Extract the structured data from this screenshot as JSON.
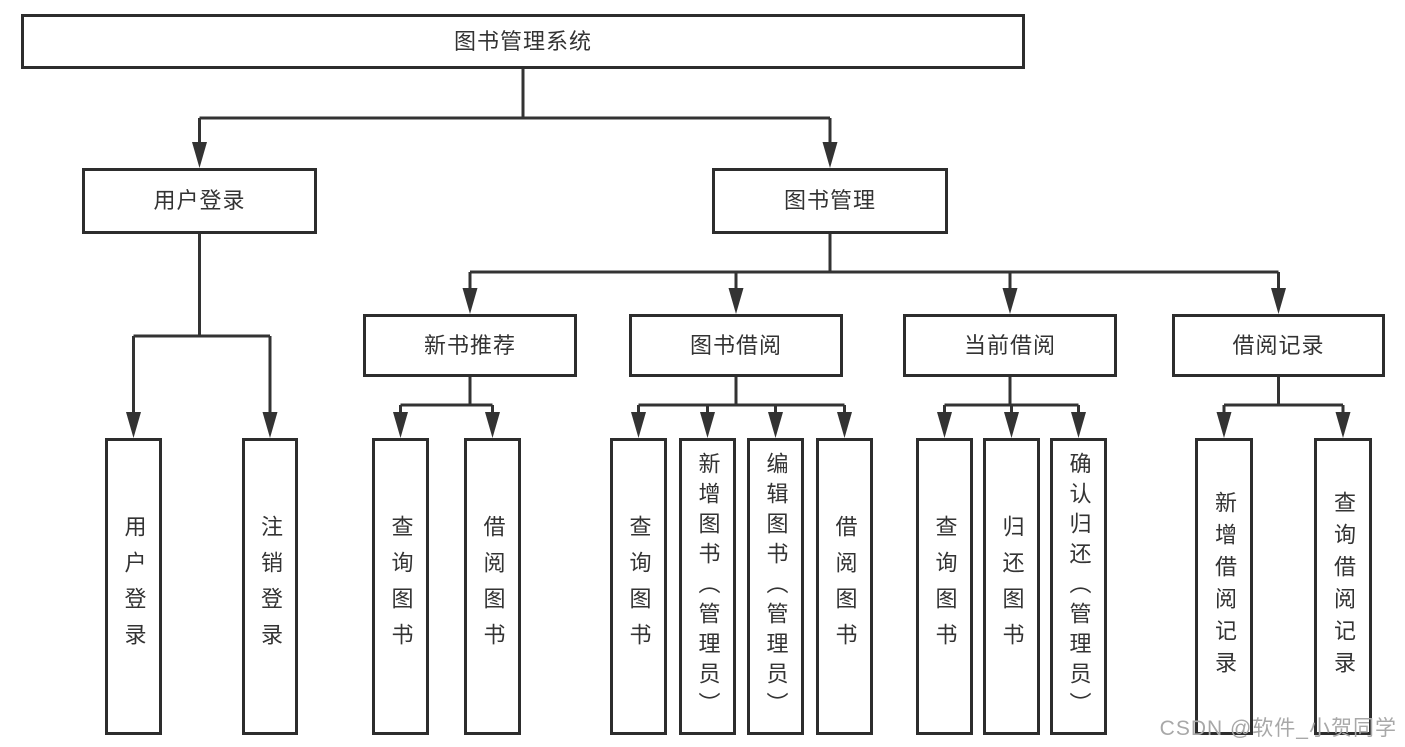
{
  "diagram": {
    "title": "图书管理系统",
    "watermark": "CSDN @软件_小贺同学",
    "colors": {
      "background": "#ffffff",
      "line": "#333333",
      "box_border": "#2d2d2d",
      "text": "#333333",
      "watermark": "#a8a8a8"
    },
    "nodes": [
      {
        "id": "root",
        "label": "图书管理系统",
        "level": 0,
        "parent": null,
        "text_direction": "horizontal"
      },
      {
        "id": "user-login",
        "label": "用户登录",
        "level": 1,
        "parent": "root",
        "text_direction": "horizontal"
      },
      {
        "id": "book-mgmt",
        "label": "图书管理",
        "level": 1,
        "parent": "root",
        "text_direction": "horizontal"
      },
      {
        "id": "login",
        "label": "用户登录",
        "level": 2,
        "parent": "user-login",
        "text_direction": "vertical"
      },
      {
        "id": "logout",
        "label": "注销登录",
        "level": 2,
        "parent": "user-login",
        "text_direction": "vertical"
      },
      {
        "id": "new-book-rec",
        "label": "新书推荐",
        "level": 2,
        "parent": "book-mgmt",
        "text_direction": "horizontal"
      },
      {
        "id": "book-borrow",
        "label": "图书借阅",
        "level": 2,
        "parent": "book-mgmt",
        "text_direction": "horizontal"
      },
      {
        "id": "current-borrow",
        "label": "当前借阅",
        "level": 2,
        "parent": "book-mgmt",
        "text_direction": "horizontal"
      },
      {
        "id": "borrow-records",
        "label": "借阅记录",
        "level": 2,
        "parent": "book-mgmt",
        "text_direction": "horizontal"
      },
      {
        "id": "nbr-query-books",
        "label": "查询图书",
        "level": 3,
        "parent": "new-book-rec",
        "text_direction": "vertical"
      },
      {
        "id": "nbr-borrow-books",
        "label": "借阅图书",
        "level": 3,
        "parent": "new-book-rec",
        "text_direction": "vertical"
      },
      {
        "id": "bb-query-books",
        "label": "查询图书",
        "level": 3,
        "parent": "book-borrow",
        "text_direction": "vertical"
      },
      {
        "id": "bb-add-books",
        "label": "新增图书（管理员）",
        "level": 3,
        "parent": "book-borrow",
        "text_direction": "vertical"
      },
      {
        "id": "bb-edit-books",
        "label": "编辑图书（管理员）",
        "level": 3,
        "parent": "book-borrow",
        "text_direction": "vertical"
      },
      {
        "id": "bb-borrow-books",
        "label": "借阅图书",
        "level": 3,
        "parent": "book-borrow",
        "text_direction": "vertical"
      },
      {
        "id": "cb-query-books",
        "label": "查询图书",
        "level": 3,
        "parent": "current-borrow",
        "text_direction": "vertical"
      },
      {
        "id": "cb-return-books",
        "label": "归还图书",
        "level": 3,
        "parent": "current-borrow",
        "text_direction": "vertical"
      },
      {
        "id": "cb-confirm-return",
        "label": "确认归还（管理员）",
        "level": 3,
        "parent": "current-borrow",
        "text_direction": "vertical"
      },
      {
        "id": "br-add-record",
        "label": "新增借阅记录",
        "level": 3,
        "parent": "borrow-records",
        "text_direction": "vertical"
      },
      {
        "id": "br-query-record",
        "label": "查询借阅记录",
        "level": 3,
        "parent": "borrow-records",
        "text_direction": "vertical"
      }
    ]
  }
}
